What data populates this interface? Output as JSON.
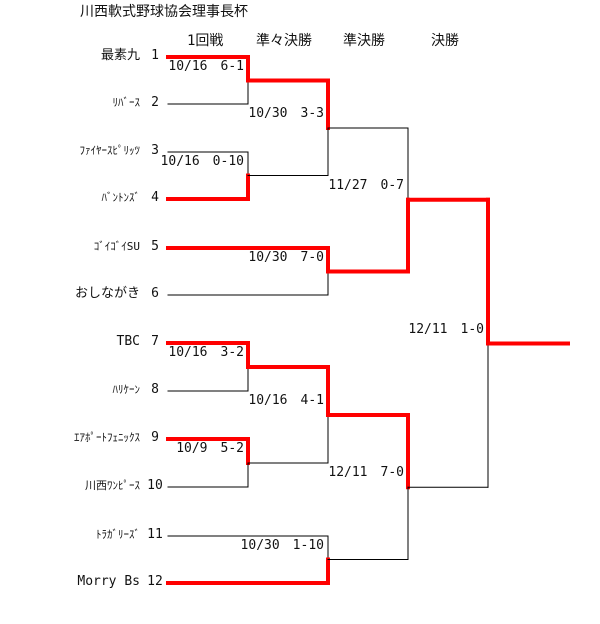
{
  "title": "川西軟式野球協会理事長杯",
  "rounds": [
    "1回戦",
    "準々決勝",
    "準決勝",
    "決勝"
  ],
  "teams": [
    {
      "seed": "1",
      "name": "最素九",
      "small": false
    },
    {
      "seed": "2",
      "name": "ﾘﾊﾞｰｽ",
      "small": true
    },
    {
      "seed": "3",
      "name": "ﾌｧｲﾔｰｽﾋﾟﾘｯﾂ",
      "small": true
    },
    {
      "seed": "4",
      "name": "ﾊﾞﾝﾄﾝｽﾞ",
      "small": true
    },
    {
      "seed": "5",
      "name": "ｺﾞｲｺﾞｲSU",
      "small": true
    },
    {
      "seed": "6",
      "name": "おしながき",
      "small": false
    },
    {
      "seed": "7",
      "name": "TBC",
      "small": false
    },
    {
      "seed": "8",
      "name": "ﾊﾘｹｰﾝ",
      "small": true
    },
    {
      "seed": "9",
      "name": "ｴｱﾎﾟｰﾄﾌｪﾆｯｸｽ",
      "small": true
    },
    {
      "seed": "10",
      "name": "川西ﾜﾝﾋﾟｰｽ",
      "small": true
    },
    {
      "seed": "11",
      "name": "ﾄﾗｶﾞﾘｰｽﾞ",
      "small": true
    },
    {
      "seed": "12",
      "name": "Morry Bs",
      "small": false
    }
  ],
  "matches": [
    {
      "label": "10/16　6-1",
      "winner": "top"
    },
    {
      "label": "10/16　0-10",
      "winner": "bottom"
    },
    {
      "label": "10/16　3-2",
      "winner": "top"
    },
    {
      "label": "10/9　5-2",
      "winner": "top"
    },
    {
      "label": "10/30　3-3",
      "winner": "top"
    },
    {
      "label": "10/30　7-0",
      "winner": "top"
    },
    {
      "label": "10/16　4-1",
      "winner": "top"
    },
    {
      "label": "10/30　1-10",
      "winner": "bottom"
    },
    {
      "label": "11/27　0-7",
      "winner": "bottom"
    },
    {
      "label": "12/11　7-0",
      "winner": "top"
    },
    {
      "label": "12/11　1-0",
      "winner": "top"
    }
  ],
  "colors": {
    "winner_line": "#ff0000",
    "normal_line": "#000000"
  }
}
